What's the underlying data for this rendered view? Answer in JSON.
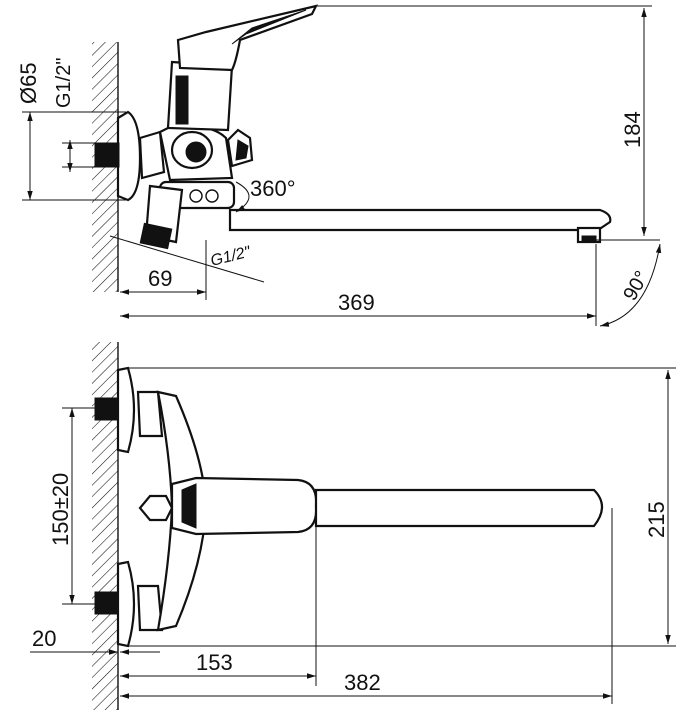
{
  "side_view": {
    "dim_diameter": "Ø65",
    "dim_thread_top": "G1/2\"",
    "dim_height": "184",
    "dim_rotation": "360°",
    "dim_thread_bottom": "G1/2\"",
    "dim_depth": "69",
    "dim_spout_length": "369",
    "dim_angle": "90°"
  },
  "front_view": {
    "dim_centers": "150±20",
    "dim_offset": "20",
    "dim_height": "215",
    "dim_handle": "153",
    "dim_length": "382"
  }
}
